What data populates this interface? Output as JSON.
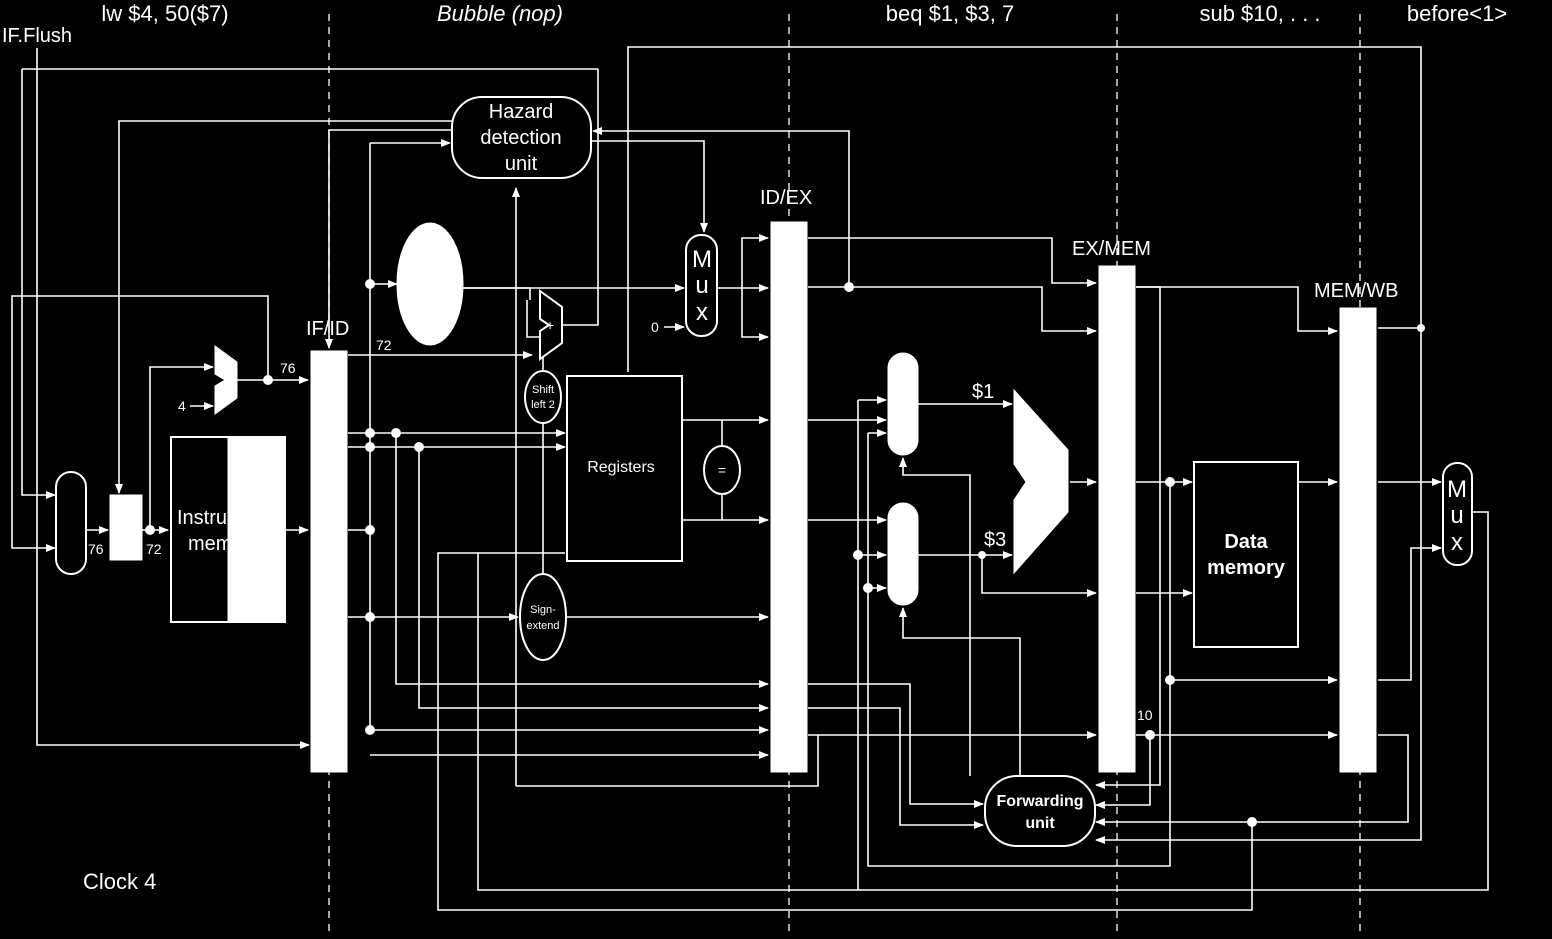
{
  "stages": {
    "if": "lw $4, 50($7)",
    "id": "Bubble (nop)",
    "ex": "beq $1, $3, 7",
    "mem": "sub $10, . . .",
    "wb": "before<1>"
  },
  "signals": {
    "if_flush": "IF.Flush"
  },
  "registers": {
    "if_id": "IF/ID",
    "id_ex": "ID/EX",
    "ex_mem": "EX/MEM",
    "mem_wb": "MEM/WB"
  },
  "units": {
    "hazard": [
      "Hazard",
      "detection",
      "unit"
    ],
    "registers": "Registers",
    "instruction_memory": [
      "Instru",
      "mem"
    ],
    "data_memory": [
      "Data",
      "memory"
    ],
    "forwarding": [
      "Forwarding",
      "unit"
    ],
    "sign_extend": [
      "Sign-",
      "extend"
    ],
    "shift_left": [
      "Shift",
      "left 2"
    ],
    "equal": "=",
    "adder": "+",
    "mux": [
      "M",
      "u",
      "x"
    ]
  },
  "values": {
    "pc_plus4": "76",
    "if_id_pc": "72",
    "pc_in": "76",
    "pc_out": "72",
    "four": "4",
    "zero": "0",
    "reg1": "$1",
    "reg3": "$3",
    "dest10": "10"
  },
  "clock": "Clock 4",
  "colors": {
    "background": "#000000",
    "foreground": "#ffffff"
  }
}
